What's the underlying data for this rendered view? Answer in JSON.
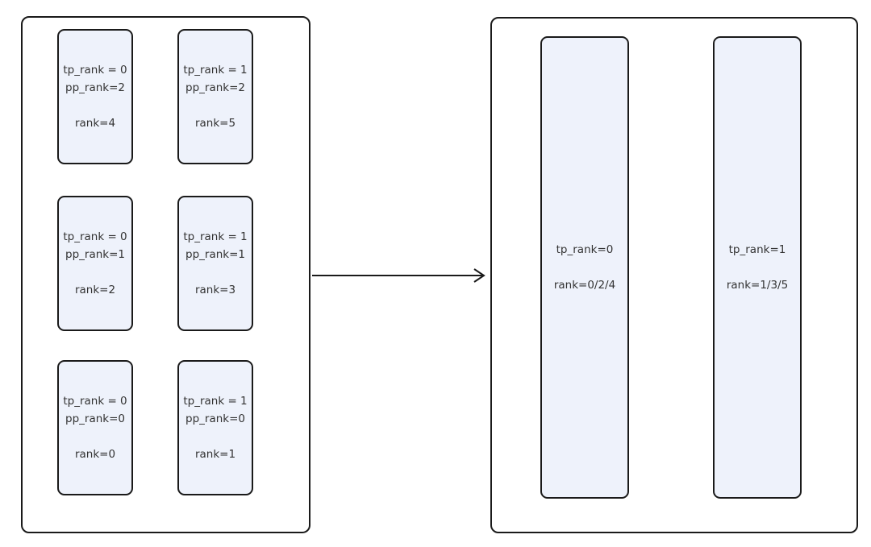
{
  "diagram": {
    "left_group": {
      "boxes": [
        {
          "tp": "tp_rank = 0",
          "pp": "pp_rank=2",
          "rank": "rank=4"
        },
        {
          "tp": "tp_rank = 1",
          "pp": "pp_rank=2",
          "rank": "rank=5"
        },
        {
          "tp": "tp_rank = 0",
          "pp": "pp_rank=1",
          "rank": "rank=2"
        },
        {
          "tp": "tp_rank = 1",
          "pp": "pp_rank=1",
          "rank": "rank=3"
        },
        {
          "tp": "tp_rank = 0",
          "pp": "pp_rank=0",
          "rank": "rank=0"
        },
        {
          "tp": "tp_rank = 1",
          "pp": "pp_rank=0",
          "rank": "rank=1"
        }
      ]
    },
    "right_group": {
      "boxes": [
        {
          "tp": "tp_rank=0",
          "rank": "rank=0/2/4"
        },
        {
          "tp": "tp_rank=1",
          "rank": "rank=1/3/5"
        }
      ]
    },
    "colors": {
      "box_fill": "#EEF2FB",
      "border": "#1A1A1A",
      "text": "#333333",
      "background": "#FFFFFF"
    }
  }
}
